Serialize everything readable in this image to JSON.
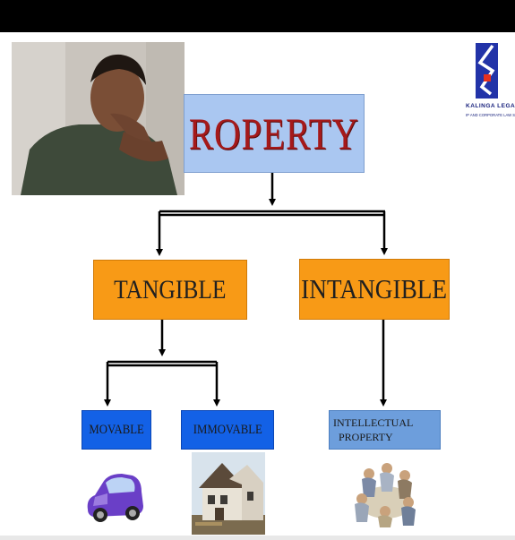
{
  "logo": {
    "name": "KALINGA LEGAL",
    "tagline": "IP AND CORPORATE LAW SERVICES"
  },
  "diagram": {
    "root": "ROPERTY",
    "left_branch": "TANGIBLE",
    "right_branch": "INTANGIBLE",
    "leaf_movable": "MOVABLE",
    "leaf_immovable": "IMMOVABLE",
    "leaf_ip_line1": "INTELLECTUAL",
    "leaf_ip_line2": "PROPERTY"
  },
  "icons": {
    "car": "car-icon",
    "house": "house-icon",
    "people": "people-group-icon"
  },
  "colors": {
    "root_fill": "#aac7f1",
    "root_text": "#a5191a",
    "branch_fill": "#f89a16",
    "leaf_fill": "#1361e6",
    "ip_fill": "#6d9edc"
  }
}
